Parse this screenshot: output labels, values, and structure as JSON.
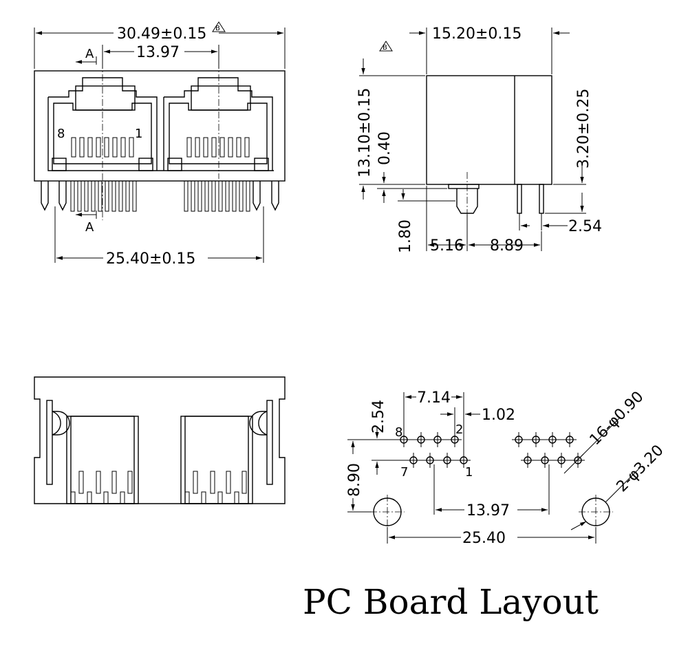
{
  "front_view": {
    "overall_width": "30.49±0.15",
    "port_pitch": "13.97",
    "pin_span": "25.40±0.15",
    "section_mark_top": "A",
    "section_mark_bottom": "A",
    "pin_label_left": "8",
    "pin_label_right": "1"
  },
  "side_view": {
    "depth": "15.20±0.15",
    "height": "13.10±0.15",
    "standoff": "0.40",
    "pin_length": "3.20±0.25",
    "post_length": "1.80",
    "pin_offset": "5.16",
    "pin_spacing": "8.89",
    "pin_pitch": "2.54"
  },
  "pcb_layout": {
    "row_offset": "2.54",
    "row_span": "7.14",
    "pin_stagger": "1.02",
    "hole_callout": "16-φ0.90",
    "mount_hole_callout": "2-φ3.20",
    "vertical_offset": "8.90",
    "port_spacing": "13.97",
    "mount_spacing": "25.40",
    "label_8": "8",
    "label_2": "2",
    "label_7": "7",
    "label_1": "1"
  },
  "revision_mark": "B",
  "title": "PC Board Layout"
}
